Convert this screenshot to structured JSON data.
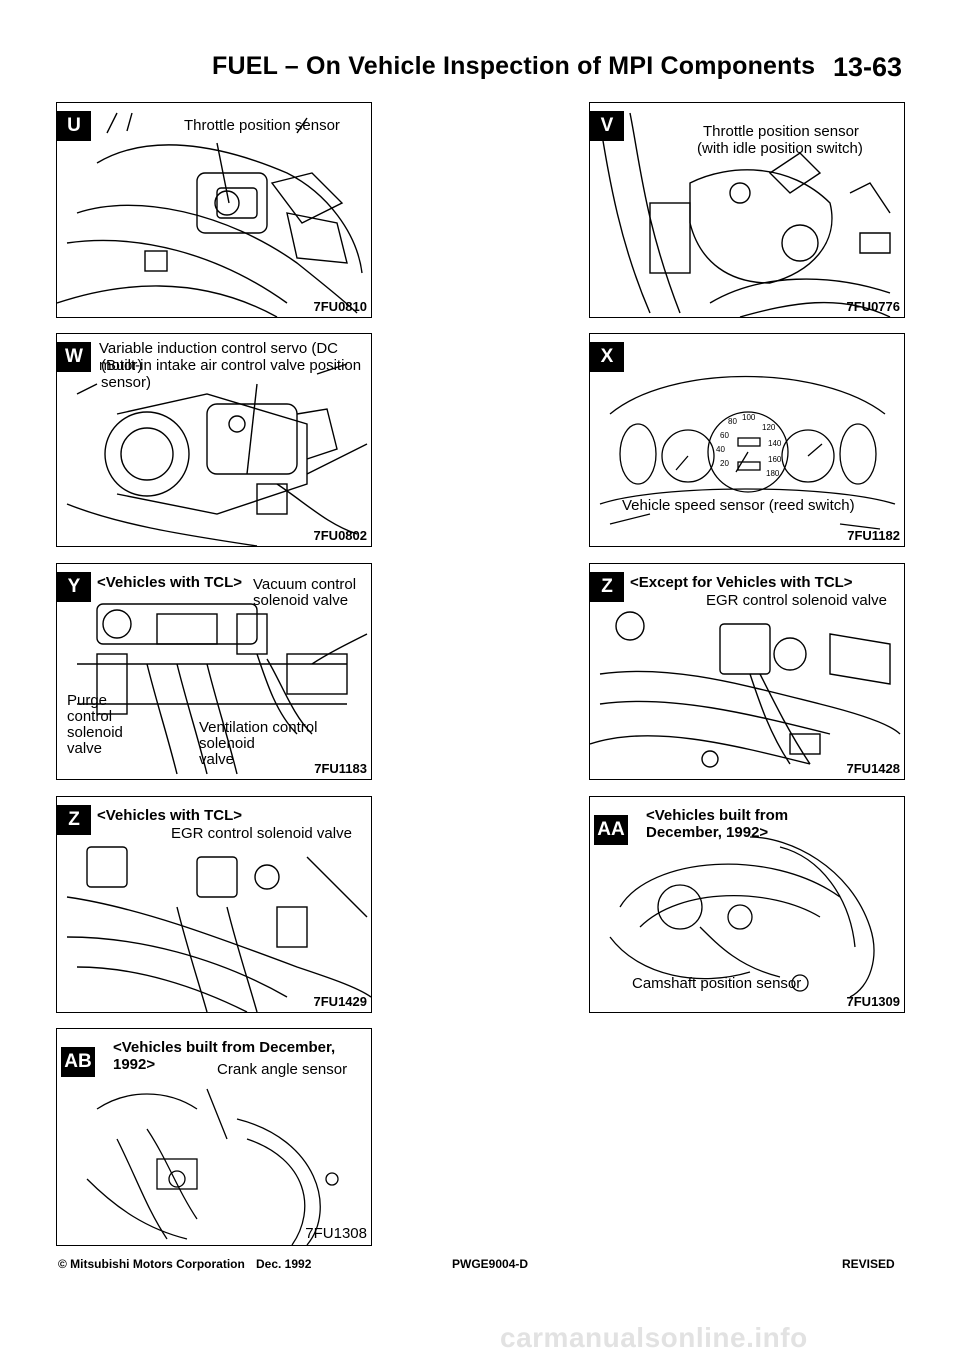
{
  "header": {
    "title": "FUEL – On Vehicle Inspection of MPI Components",
    "page": "13-63"
  },
  "panels": {
    "U": {
      "badge": "U",
      "label1": "Throttle position sensor",
      "code": "7FU0810"
    },
    "V": {
      "badge": "V",
      "label1": "Throttle position sensor",
      "label2": "(with idle position switch)",
      "code": "7FU0776"
    },
    "W": {
      "badge": "W",
      "label1": "Variable induction control servo (DC motor)",
      "label2": "(Built-in intake air control valve position",
      "label3": "sensor)",
      "code": "7FU0802"
    },
    "X": {
      "badge": "X",
      "label1": "Vehicle speed sensor (reed switch)",
      "code": "7FU1182"
    },
    "Y": {
      "badge": "Y",
      "heading": "<Vehicles with TCL>",
      "label1": "Vacuum control",
      "label2": "solenoid  valve",
      "label3": "Purge",
      "label4": "control",
      "label5": "solenoid",
      "label6": "valve",
      "label7": "Ventilation control",
      "label8": "solenoid",
      "label9": "valve",
      "code": "7FU1183"
    },
    "Z1": {
      "badge": "Z",
      "heading": "<Except for Vehicles with TCL>",
      "label1": "EGR control solenoid valve",
      "code": "7FU1428"
    },
    "Z2": {
      "badge": "Z",
      "heading": "<Vehicles with TCL>",
      "label1": "EGR control solenoid valve",
      "code": "7FU1429"
    },
    "AA": {
      "badge": "AA",
      "heading1": "<Vehicles built from",
      "heading2": "December, 1992>",
      "label1": "Camshaft position sensor",
      "code": "7FU1309"
    },
    "AB": {
      "badge": "AB",
      "heading1": "<Vehicles built from December,",
      "heading2": "1992>",
      "label1": "Crank angle sensor",
      "code": "7FU1308"
    }
  },
  "footer": {
    "copyright": "© Mitsubishi Motors Corporation",
    "date": "Dec. 1992",
    "doc": "PWGE9004-D",
    "status": "REVISED"
  },
  "watermark": "carmanualsonline.info"
}
